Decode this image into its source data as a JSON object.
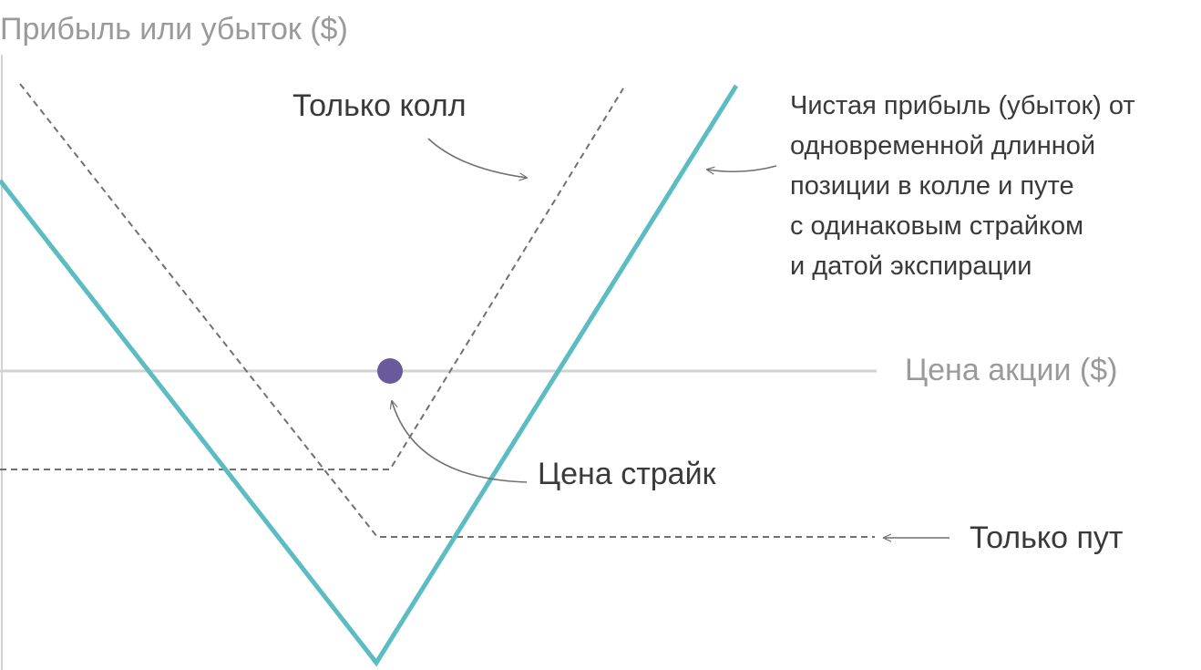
{
  "axes": {
    "y_label": "Прибыль или убыток ($)",
    "x_label": "Цена акции ($)"
  },
  "annotations": {
    "call_only": "Только колл",
    "put_only": "Только пут",
    "strike_price": "Цена страйк",
    "straddle_note": [
      "Чистая прибыль (убыток) от",
      "одновременной длинной",
      "позиции в колле и путе",
      "с одинаковым страйком",
      "и датой экспирации"
    ]
  },
  "colors": {
    "straddle_line": "#5bbcc2",
    "option_lines": "#707070",
    "axis": "#d2d2d2",
    "strike_point": "#6a5a9c",
    "arrows": "#707070"
  }
}
